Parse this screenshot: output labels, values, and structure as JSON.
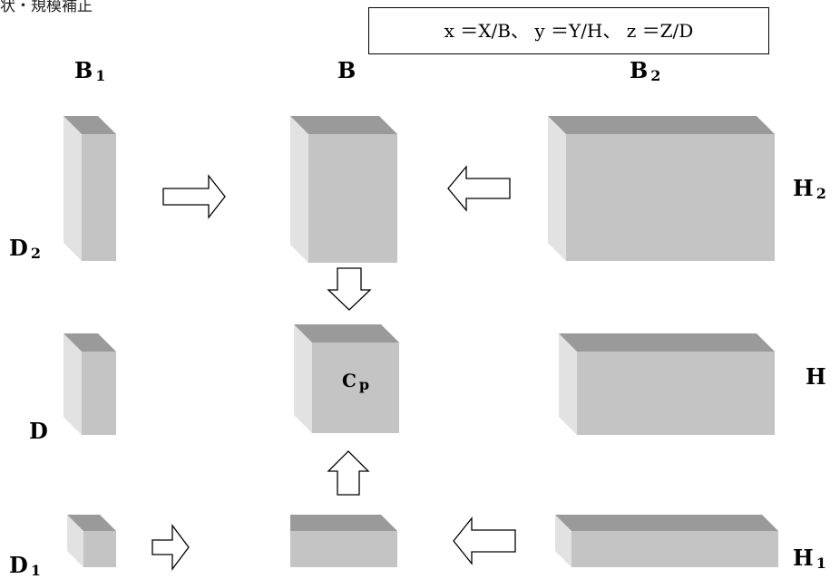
{
  "header_text": "状・規模補正",
  "formula": "x ＝X/B、 y ＝Y/H、 z ＝Z/D",
  "column_labels": {
    "b1": {
      "base": "B",
      "sub": "1"
    },
    "b": {
      "base": "B",
      "sub": ""
    },
    "b2": {
      "base": "B",
      "sub": "2"
    }
  },
  "row_labels": {
    "h2": {
      "base": "H",
      "sub": "2"
    },
    "h": {
      "base": "H",
      "sub": ""
    },
    "h1": {
      "base": "H",
      "sub": "1"
    },
    "d2": {
      "base": "D",
      "sub": "2"
    },
    "d": {
      "base": "D",
      "sub": ""
    },
    "d1": {
      "base": "D",
      "sub": "1"
    }
  },
  "center_label": {
    "base": "C",
    "sub": "p"
  },
  "colors": {
    "front": "#c4c4c4",
    "top": "#9a9a9a",
    "side": "#e2e2e2",
    "arrow_stroke": "#000000",
    "arrow_fill": "#ffffff"
  }
}
